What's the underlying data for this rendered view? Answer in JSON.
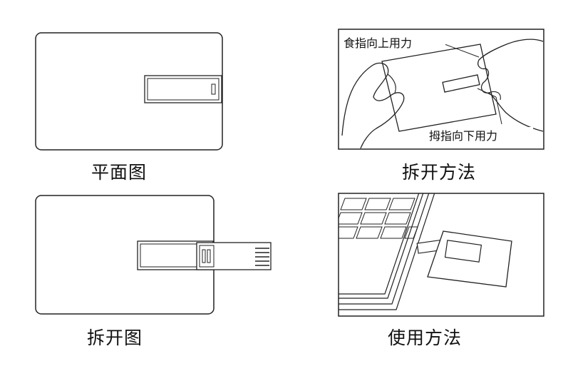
{
  "panels": {
    "plan_view": {
      "caption": "平面图"
    },
    "open_method": {
      "caption": "拆开方法",
      "index_finger_label": "食指向上用力",
      "thumb_label": "拇指向下用力"
    },
    "opened_view": {
      "caption": "拆开图"
    },
    "usage": {
      "caption": "使用方法"
    }
  },
  "colors": {
    "line": "#222222",
    "background": "#ffffff"
  }
}
